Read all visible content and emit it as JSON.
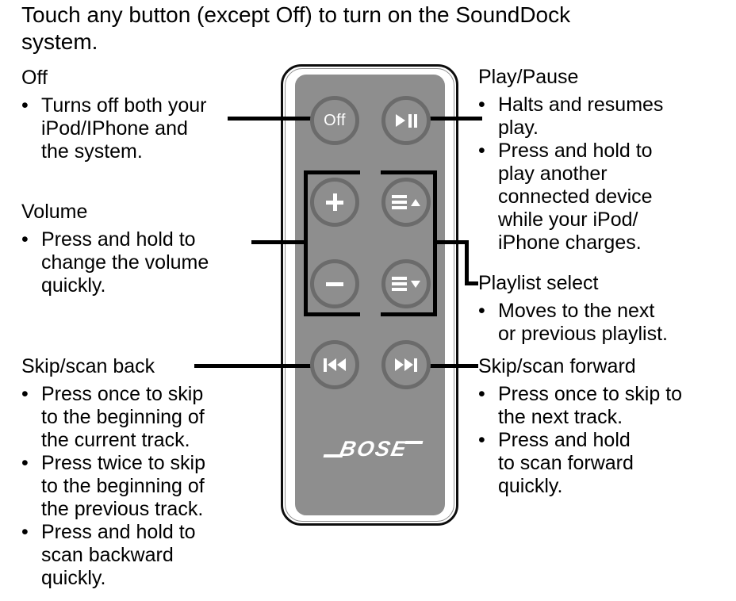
{
  "title": "Touch any button (except Off) to turn on the SoundDock\nsystem.",
  "sections": {
    "off": {
      "heading": "Off",
      "bullets": [
        "Turns off both your\niPod/IPhone and\nthe system."
      ]
    },
    "volume": {
      "heading": "Volume",
      "bullets": [
        "Press and hold to\nchange the volume\nquickly."
      ]
    },
    "skip_back": {
      "heading": "Skip/scan back",
      "bullets": [
        "Press once to skip\nto the beginning of\nthe current track.",
        "Press twice to skip\nto the beginning of\nthe previous track.",
        "Press and hold to\nscan backward\nquickly."
      ]
    },
    "play_pause": {
      "heading": "Play/Pause",
      "bullets": [
        "Halts and resumes\nplay.",
        "Press and hold to\nplay another\nconnected device\nwhile your iPod/\niPhone charges."
      ]
    },
    "playlist": {
      "heading": "Playlist select",
      "bullets": [
        "Moves to the next\nor previous playlist."
      ]
    },
    "skip_forward": {
      "heading": "Skip/scan forward",
      "bullets": [
        "Press once to skip to\nthe next track.",
        "Press and hold\nto scan forward\nquickly."
      ]
    }
  },
  "bullet_char": "•",
  "remote": {
    "off_label": "Off",
    "brand": "BOSE",
    "icons": {
      "play_pause": "play-pause-icon",
      "volume_up": "plus-icon",
      "volume_down": "minus-icon",
      "playlist_up": "playlist-up-icon",
      "playlist_down": "playlist-down-icon",
      "skip_back": "skip-back-icon",
      "skip_forward": "skip-forward-icon"
    }
  },
  "colors": {
    "background": "#ffffff",
    "text": "#000000",
    "remote_face": "#8e8e8e",
    "button_ring": "#6b6b6b",
    "button_glyph": "#ffffff",
    "callout_line": "#000000"
  }
}
